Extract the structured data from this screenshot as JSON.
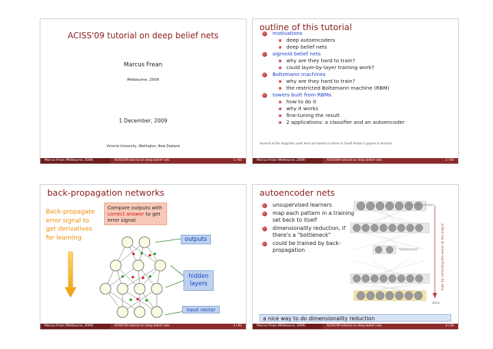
{
  "footer": {
    "author": "Marcus Frean  (Melbourne, 2009)",
    "talk": "ACISS'09 tutorial on deep belief nets",
    "page1": "1 / 60",
    "page2": "2 / 60",
    "page3": "3 / 60",
    "page4": "4 / 60"
  },
  "slide1": {
    "title": "ACISS'09 tutorial on deep belief nets",
    "author": "Marcus Frean",
    "place": "Melbourne, 2009",
    "date": "1 December, 2009",
    "affiliation": "Victoria University, Wellington, New Zealand"
  },
  "slide2": {
    "title": "outline of this tutorial",
    "items": [
      {
        "label": "motivations",
        "sub": [
          "deep autoencoders",
          "deep belief nets"
        ]
      },
      {
        "label": "sigmoid belief nets",
        "sub": [
          "why are they hard to train?",
          "could layer-by-layer training work?"
        ]
      },
      {
        "label": "Boltzmann machines",
        "sub": [
          "why are they hard to train?",
          "the restricted Boltzmann machine (RBM)"
        ]
      },
      {
        "label": "towers built from RBMs",
        "sub": [
          "how to do it",
          "why it works",
          "fine-tuning the result",
          "2 applications: a classifier and an autoencoder"
        ]
      }
    ],
    "note": "Several of the diagrams used here are based on those in Geoff Hinton's papers & lectures"
  },
  "slide3": {
    "title": "back-propagation networks",
    "side_text": [
      "Back-propagate",
      "error signal to",
      "get derivatives",
      "for learning"
    ],
    "compare_1": "Compare outputs with",
    "compare_2": "correct answer",
    "compare_3": " to get",
    "compare_4": "error signal",
    "outputs": "outputs",
    "hidden_1": "hidden",
    "hidden_2": "layers",
    "input": "input vector"
  },
  "slide4": {
    "title": "autoencoder nets",
    "bullets": [
      "unsupervised learners",
      "map each pattern in a training set back to itself",
      "dimensionality reduction, if there's a \"bottleneck\"",
      "could be trained by back-propagation"
    ],
    "reconstruction": "reconstruction",
    "bottleneck": "\"bottleneck\"",
    "data": "data",
    "side_label": "train by correcting the errors at the output",
    "bar": "a nice way to do dimensionality reduction"
  },
  "colors": {
    "title_red": "#8a1c1c",
    "blue_heading": "#1a3fc8",
    "orange": "#f08a00",
    "footer_dark": "#6e1d1d",
    "footer": "#8c2a2a"
  }
}
